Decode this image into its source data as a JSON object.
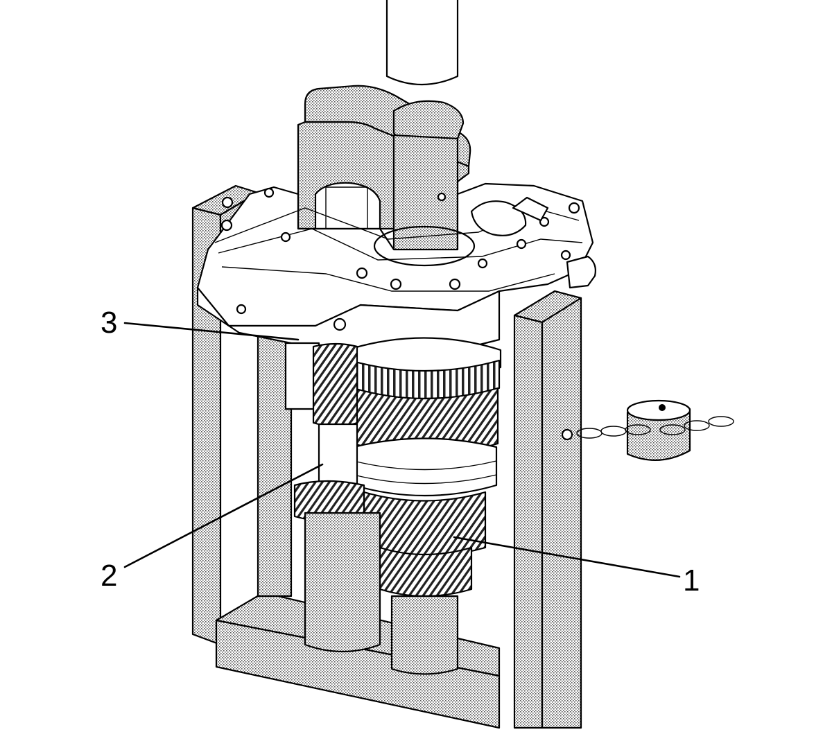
{
  "diagram": {
    "callouts": [
      {
        "id": "1",
        "label": "1"
      },
      {
        "id": "2",
        "label": "2"
      },
      {
        "id": "3",
        "label": "3"
      }
    ],
    "colors": {
      "line": "#000000",
      "shading": "#9a9a9a",
      "background": "#ffffff"
    }
  }
}
